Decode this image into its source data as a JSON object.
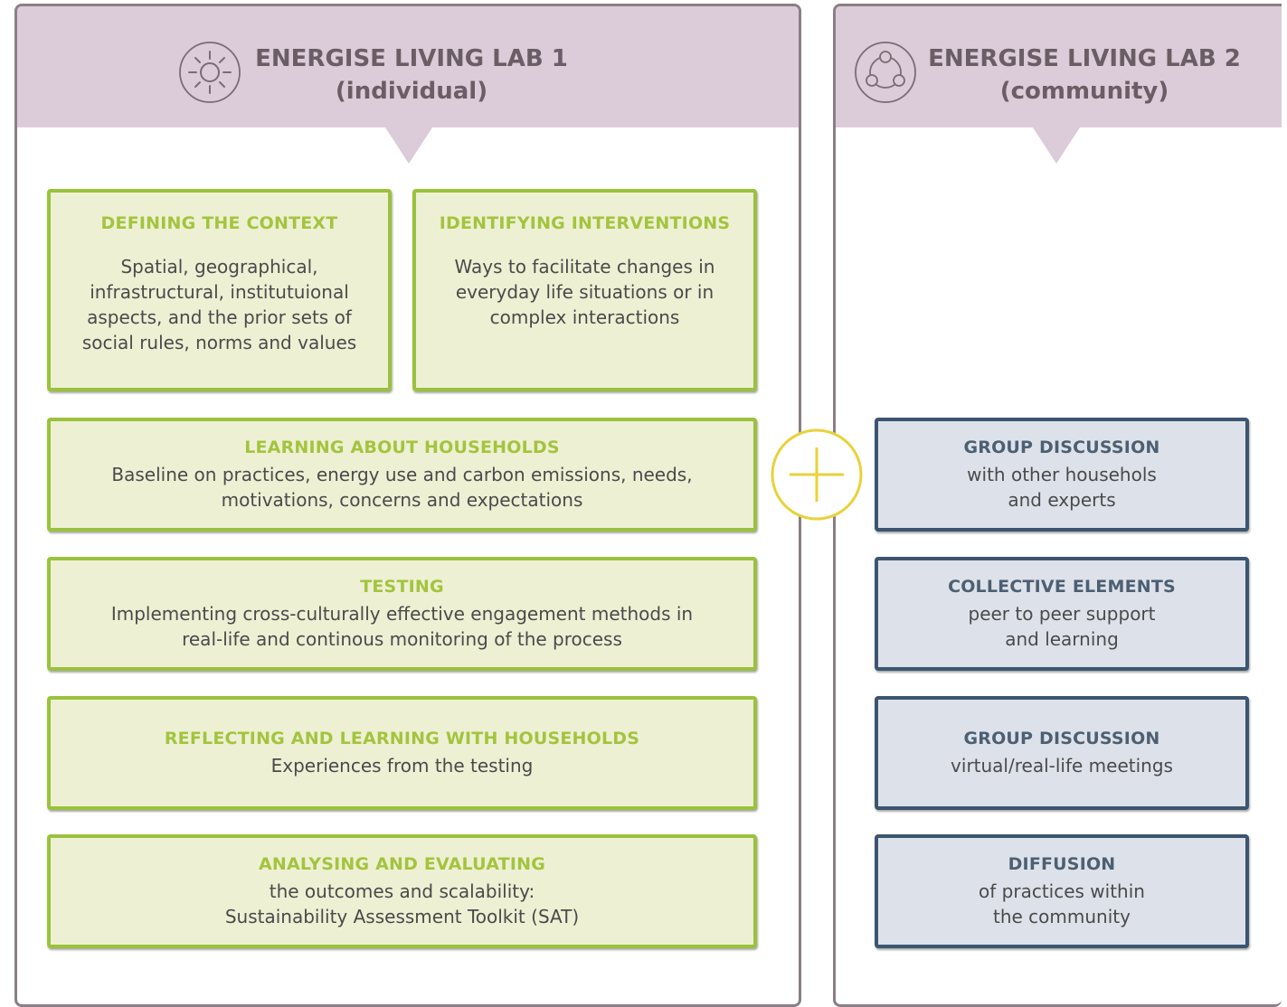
{
  "lab1": {
    "title_line1": "ENERGISE LIVING LAB 1",
    "title_line2": "(individual)",
    "icon": "sun-icon",
    "boxes": {
      "context": {
        "title": "DEFINING THE CONTEXT",
        "text": "Spatial, geographical,\ninfrastructural, institutuional\naspects, and the prior sets of\nsocial rules, norms and values"
      },
      "interventions": {
        "title": "IDENTIFYING INTERVENTIONS",
        "text": "Ways to facilitate changes in\neveryday life situations or in\ncomplex interactions"
      },
      "households": {
        "title": "LEARNING ABOUT HOUSEHOLDS",
        "text": "Baseline on practices, energy use and carbon emissions, needs,\nmotivations, concerns and expectations"
      },
      "testing": {
        "title": "TESTING",
        "text": "Implementing cross-culturally effective engagement methods in\nreal-life and continous monitoring of the process"
      },
      "reflecting": {
        "title": "REFLECTING AND LEARNING WITH HOUSEHOLDS",
        "text": "Experiences from the testing"
      },
      "analysing": {
        "title": "ANALYSING AND EVALUATING",
        "text": "the outcomes and scalability:\nSustainability Assessment Toolkit (SAT)"
      }
    }
  },
  "lab2": {
    "title_line1": "ENERGISE LIVING LAB 2",
    "title_line2": "(community)",
    "icon": "community-cycle-icon",
    "boxes": {
      "group1": {
        "title": "GROUP DISCUSSION",
        "text": "with other househols\nand experts"
      },
      "collective": {
        "title": "COLLECTIVE ELEMENTS",
        "text": "peer to peer support\nand learning"
      },
      "group2": {
        "title": "GROUP DISCUSSION",
        "text": "virtual/real-life meetings"
      },
      "diffusion": {
        "title": "DIFFUSION",
        "text": "of practices within\nthe community"
      }
    }
  },
  "connector": {
    "icon": "plus-icon"
  },
  "colors": {
    "header_bg": "#dccbd8",
    "panel_border": "#8a7f86",
    "green_border": "#9ac23c",
    "green_fill": "#eef0d4",
    "blue_border": "#3c5570",
    "blue_fill": "#dde2ea",
    "plus_yellow": "#e8d23a"
  }
}
